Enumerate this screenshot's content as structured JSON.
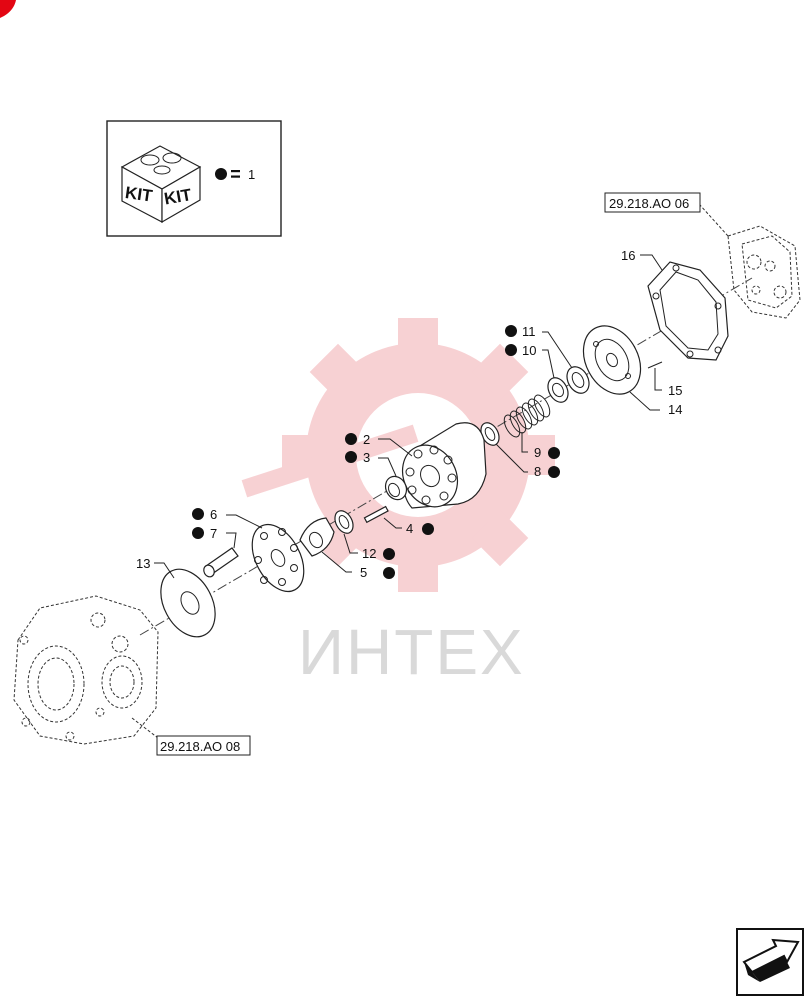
{
  "kit": {
    "word": "KIT",
    "legend_qty": "1"
  },
  "refs": {
    "top": "29.218.AO 06",
    "bottom": "29.218.AO 08"
  },
  "watermark": "ИНТЕХ",
  "callouts": [
    "1",
    "2",
    "3",
    "4",
    "5",
    "6",
    "7",
    "8",
    "9",
    "10",
    "11",
    "12",
    "13",
    "14",
    "15",
    "16"
  ],
  "colors": {
    "accent": "#e30613",
    "bullet": "#111111",
    "watermark_gear": "#f6c9cc"
  }
}
